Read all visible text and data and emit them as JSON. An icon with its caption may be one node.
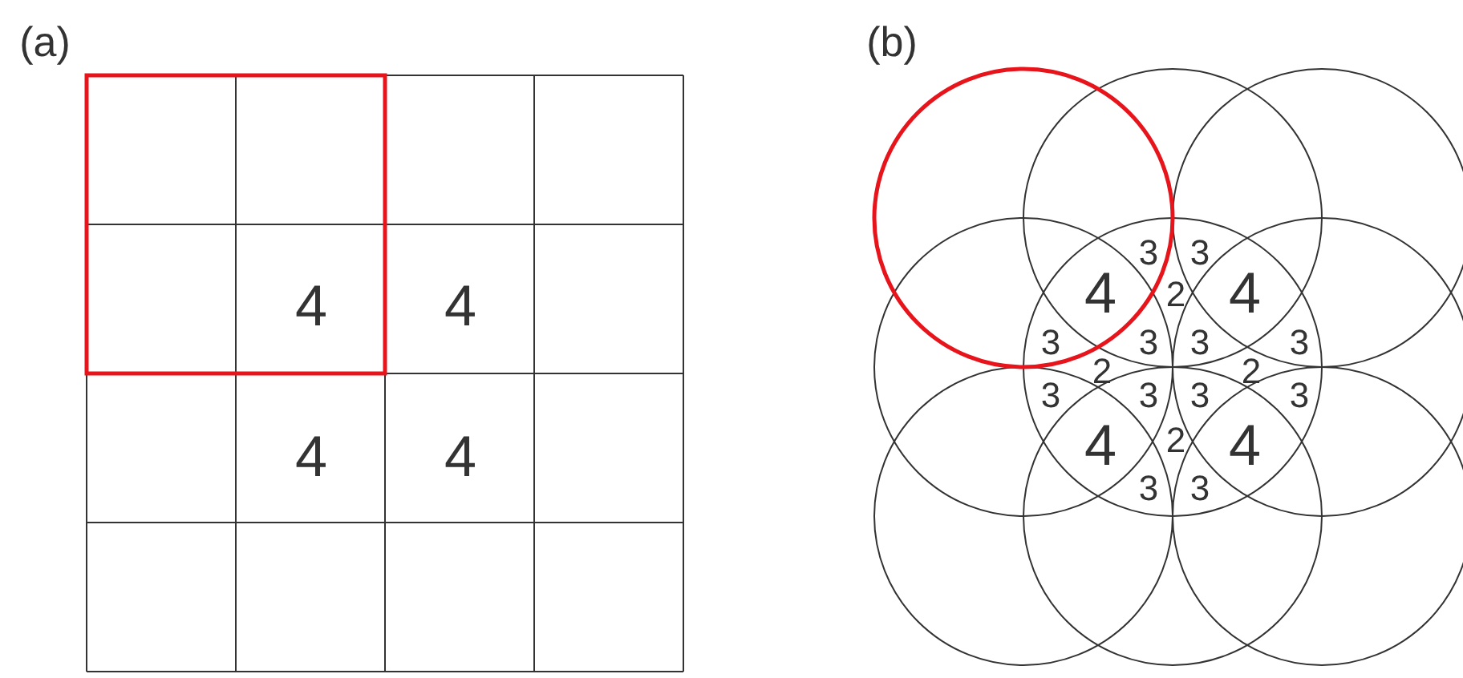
{
  "diagram": {
    "labels": [
      "(a)",
      "4",
      "4",
      "4",
      "4",
      "(b)",
      "3",
      "3",
      "4",
      "2",
      "4",
      "3",
      "3",
      "3",
      "3",
      "2",
      "2",
      "3",
      "3",
      "3",
      "3",
      "4",
      "2",
      "4",
      "3",
      "3"
    ]
  }
}
